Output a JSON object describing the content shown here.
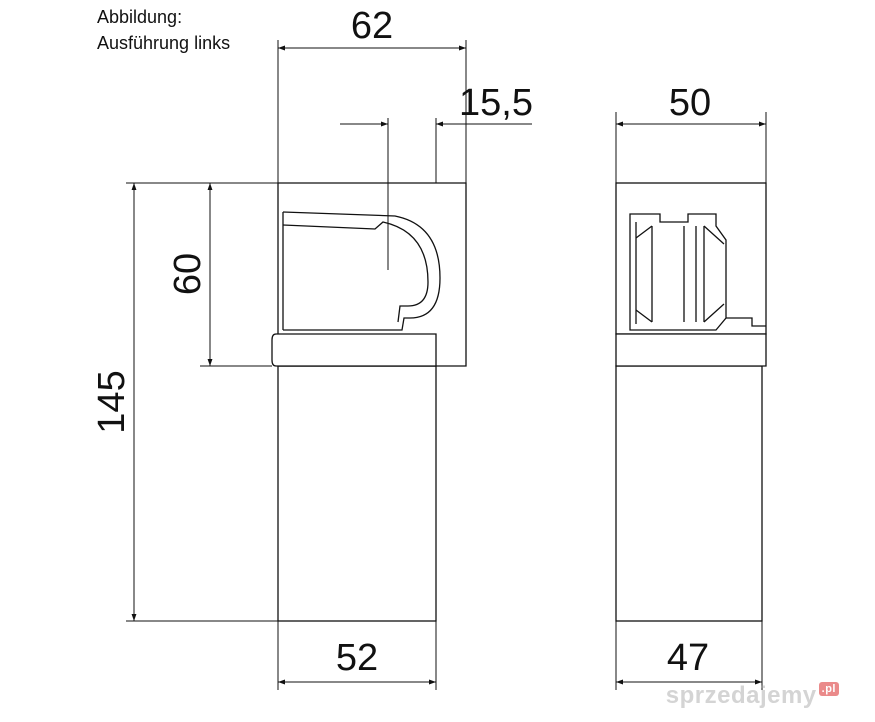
{
  "caption": {
    "line1": "Abbildung:",
    "line2": "Ausführung links"
  },
  "dimensions": {
    "top_width": "62",
    "offset": "15,5",
    "side_width": "50",
    "height_total": "145",
    "height_upper": "60",
    "base_width": "52",
    "side_base_width": "47"
  },
  "watermark": {
    "text": "sprzedajemy",
    "badge": ".pl"
  }
}
